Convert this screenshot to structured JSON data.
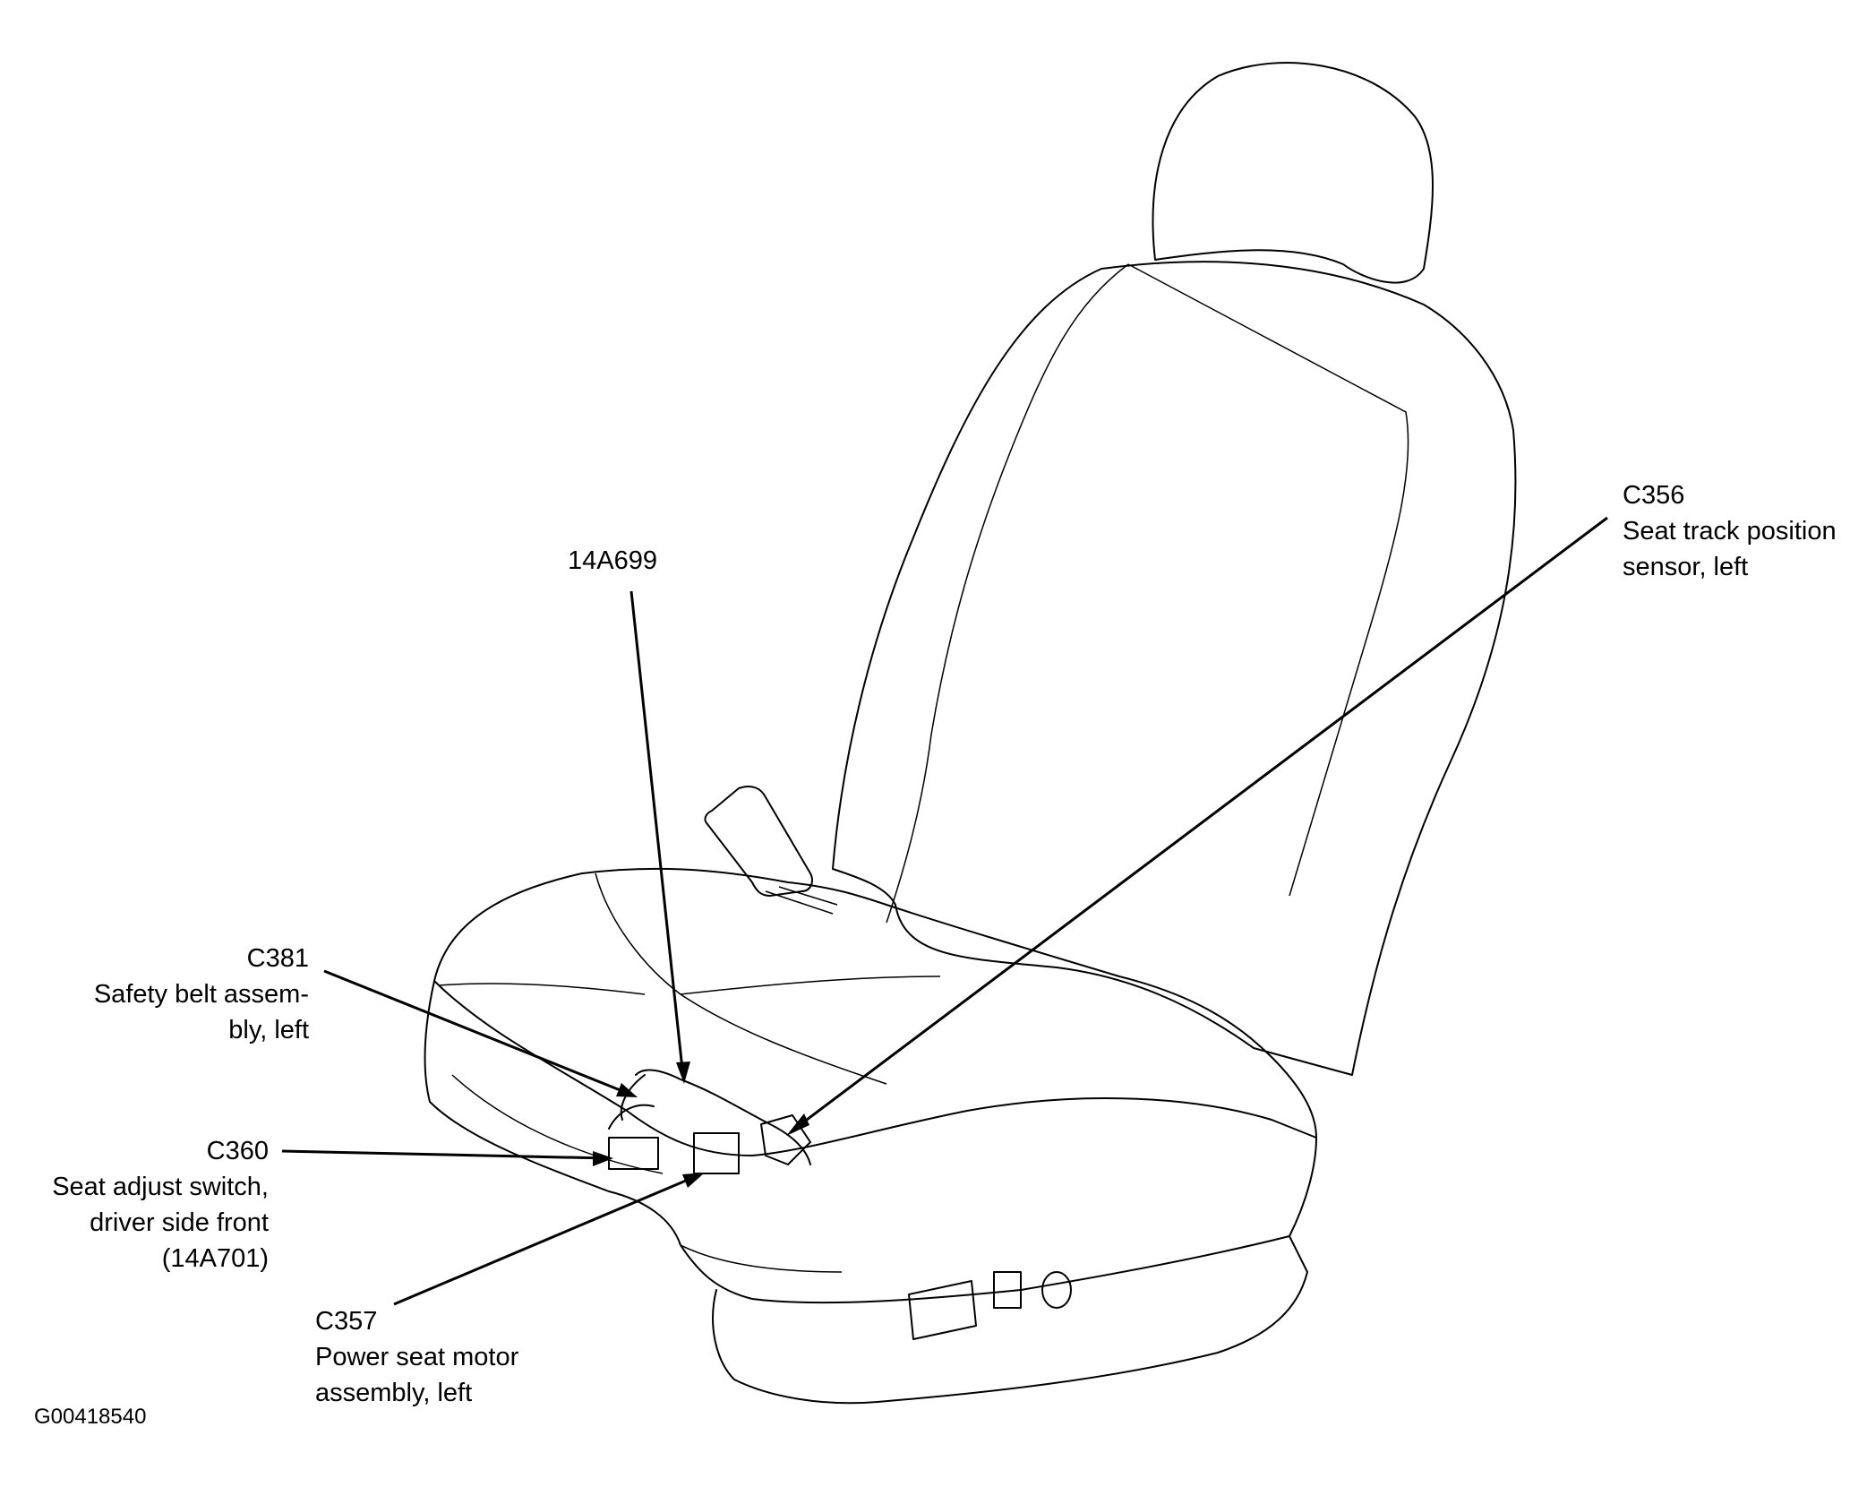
{
  "callouts": {
    "c356": {
      "code": "C356",
      "desc_line1": "Seat track position",
      "desc_line2": "sensor, left"
    },
    "part_14a699": {
      "code": "14A699"
    },
    "c381": {
      "code": "C381",
      "desc_line1": "Safety belt assem-",
      "desc_line2": "bly, left"
    },
    "c360": {
      "code": "C360",
      "desc_line1": "Seat adjust switch,",
      "desc_line2": "driver side front",
      "desc_line3": "(14A701)"
    },
    "c357": {
      "code": "C357",
      "desc_line1": "Power seat motor",
      "desc_line2": "assembly, left"
    }
  },
  "figure_id": "G00418540",
  "colors": {
    "line": "#000000",
    "background": "#ffffff"
  }
}
